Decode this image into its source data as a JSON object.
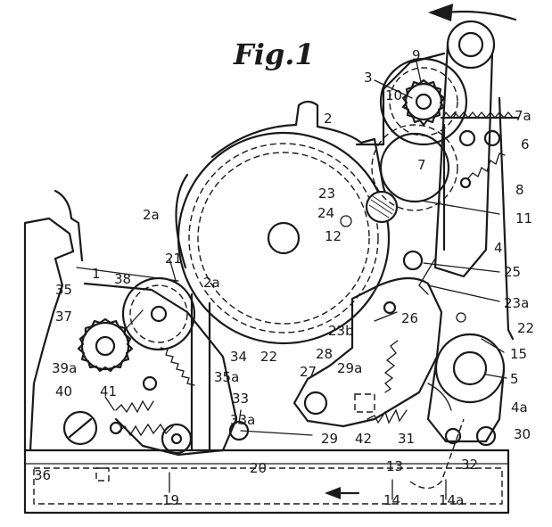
{
  "figure": {
    "title": "Fig.1"
  },
  "labels": [
    {
      "id": "l9",
      "text": "9"
    },
    {
      "id": "l3",
      "text": "3"
    },
    {
      "id": "l10",
      "text": "10"
    },
    {
      "id": "l2",
      "text": "2"
    },
    {
      "id": "l7a",
      "text": "7a"
    },
    {
      "id": "l6",
      "text": "6"
    },
    {
      "id": "l7",
      "text": "7"
    },
    {
      "id": "l8",
      "text": "8"
    },
    {
      "id": "l11",
      "text": "11"
    },
    {
      "id": "l23",
      "text": "23"
    },
    {
      "id": "l24",
      "text": "24"
    },
    {
      "id": "l12",
      "text": "12"
    },
    {
      "id": "l2a_left",
      "text": "2a"
    },
    {
      "id": "l4",
      "text": "4"
    },
    {
      "id": "l25",
      "text": "25"
    },
    {
      "id": "l23a",
      "text": "23a"
    },
    {
      "id": "l22_right",
      "text": "22"
    },
    {
      "id": "l1",
      "text": "1"
    },
    {
      "id": "l21",
      "text": "21"
    },
    {
      "id": "l2a_mid",
      "text": "2a"
    },
    {
      "id": "l35",
      "text": "35"
    },
    {
      "id": "l38",
      "text": "38"
    },
    {
      "id": "l37",
      "text": "37"
    },
    {
      "id": "l23b",
      "text": "23b"
    },
    {
      "id": "l26",
      "text": "26"
    },
    {
      "id": "l15",
      "text": "15"
    },
    {
      "id": "l5",
      "text": "5"
    },
    {
      "id": "l28",
      "text": "28"
    },
    {
      "id": "l34",
      "text": "34"
    },
    {
      "id": "l22_mid",
      "text": "22"
    },
    {
      "id": "l39a",
      "text": "39a"
    },
    {
      "id": "l27",
      "text": "27"
    },
    {
      "id": "l29a",
      "text": "29a"
    },
    {
      "id": "l35a",
      "text": "35a"
    },
    {
      "id": "l40",
      "text": "40"
    },
    {
      "id": "l41",
      "text": "41"
    },
    {
      "id": "l33",
      "text": "33"
    },
    {
      "id": "l4a",
      "text": "4a"
    },
    {
      "id": "l33a",
      "text": "33a"
    },
    {
      "id": "l30",
      "text": "30"
    },
    {
      "id": "l29",
      "text": "29"
    },
    {
      "id": "l42",
      "text": "42"
    },
    {
      "id": "l31",
      "text": "31"
    },
    {
      "id": "l32",
      "text": "32"
    },
    {
      "id": "l20",
      "text": "20"
    },
    {
      "id": "l13",
      "text": "13"
    },
    {
      "id": "l36",
      "text": "36"
    },
    {
      "id": "l19",
      "text": "19"
    },
    {
      "id": "l14",
      "text": "14"
    },
    {
      "id": "l14a",
      "text": "14a"
    }
  ]
}
